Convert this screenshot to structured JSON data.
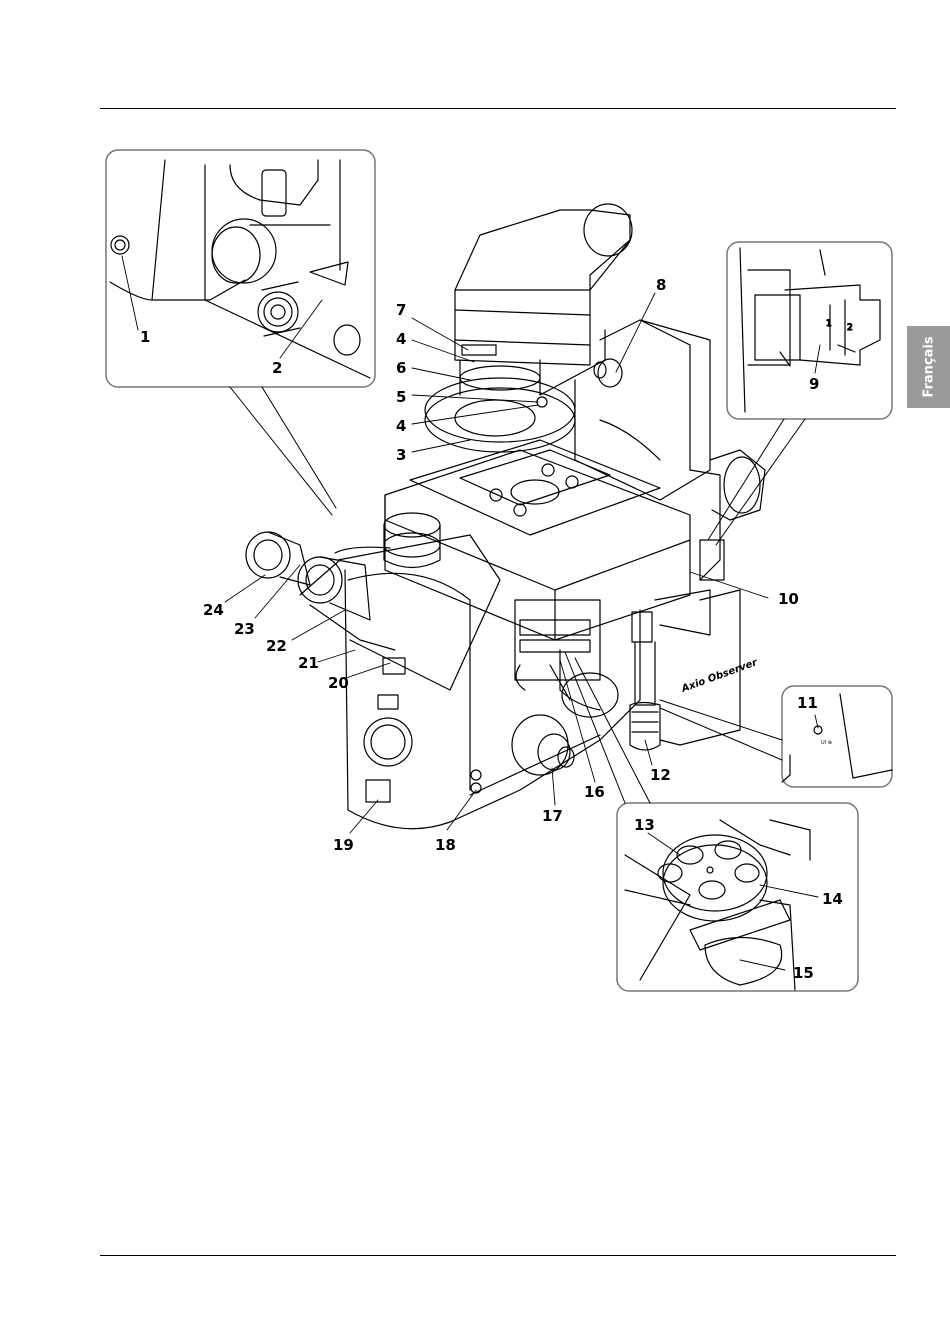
{
  "language_tab": "Français",
  "brand_label": "Axio Observer",
  "ui_label": "UI ⊕",
  "callouts": [
    {
      "id": "1",
      "text": "1"
    },
    {
      "id": "2",
      "text": "2"
    },
    {
      "id": "3",
      "text": "3"
    },
    {
      "id": "4a",
      "text": "4"
    },
    {
      "id": "4b",
      "text": "4"
    },
    {
      "id": "5",
      "text": "5"
    },
    {
      "id": "6",
      "text": "6"
    },
    {
      "id": "7",
      "text": "7"
    },
    {
      "id": "8",
      "text": "8"
    },
    {
      "id": "9",
      "text": "9"
    },
    {
      "id": "10",
      "text": "10"
    },
    {
      "id": "11",
      "text": "11"
    },
    {
      "id": "12",
      "text": "12"
    },
    {
      "id": "13",
      "text": "13"
    },
    {
      "id": "14",
      "text": "14"
    },
    {
      "id": "15",
      "text": "15"
    },
    {
      "id": "16",
      "text": "16"
    },
    {
      "id": "17",
      "text": "17"
    },
    {
      "id": "18",
      "text": "18"
    },
    {
      "id": "19",
      "text": "19"
    },
    {
      "id": "20",
      "text": "20"
    },
    {
      "id": "21",
      "text": "21"
    },
    {
      "id": "22",
      "text": "22"
    },
    {
      "id": "23",
      "text": "23"
    },
    {
      "id": "24",
      "text": "24"
    }
  ],
  "inset_numbers": {
    "slider_1": "1",
    "slider_2": "2"
  },
  "colors": {
    "tab_background": "#9a9a9a",
    "tab_text": "#ffffff",
    "line": "#000000",
    "inset_border": "#777777"
  }
}
